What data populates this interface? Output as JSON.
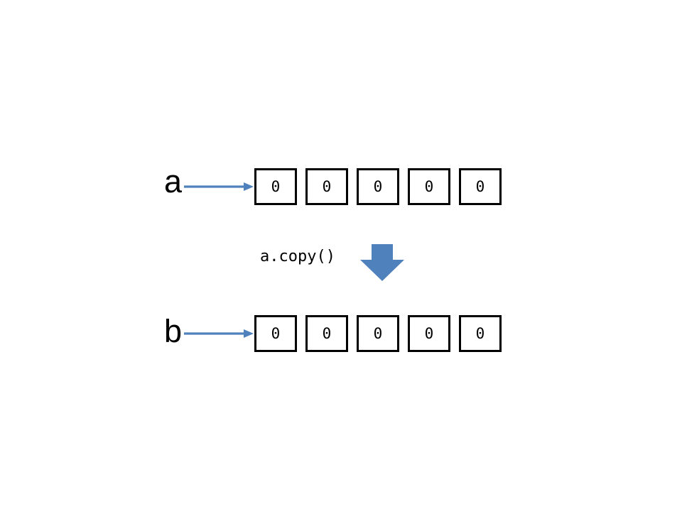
{
  "diagram": {
    "background": "#ffffff",
    "colors": {
      "arrow": "#4F81BD",
      "box_border": "#000000",
      "text": "#000000",
      "background": "#ffffff"
    },
    "operation": {
      "label": "a.copy()"
    },
    "rows": [
      {
        "label": "a",
        "cells": [
          "0",
          "0",
          "0",
          "0",
          "0"
        ]
      },
      {
        "label": "b",
        "cells": [
          "0",
          "0",
          "0",
          "0",
          "0"
        ]
      }
    ]
  }
}
